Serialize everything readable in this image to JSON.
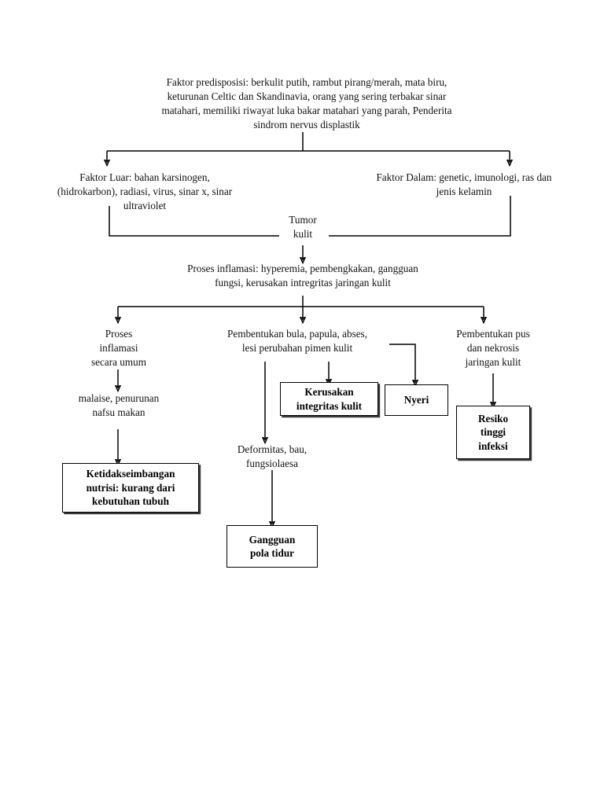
{
  "diagram": {
    "title": "Patofisiologi Tumor Kulit (Skin Tumor Pathway)",
    "background_color": "#ffffff",
    "line_color": "#000000",
    "text_color": "#000000",
    "nodes": {
      "predisposisi": "Faktor predisposisi: berkulit putih, rambut pirang/merah, mata biru,\nketurunan Celtic dan Skandinavia, orang yang sering terbakar sinar\nmatahari, memiliki riwayat luka bakar matahari yang parah, Penderita\nsindrom nervus displastik",
      "faktor_luar": "Faktor Luar: bahan karsinogen,\n(hidrokarbon), radiasi, virus, sinar x, sinar\nultraviolet",
      "faktor_dalam": "Faktor Dalam: genetic, imunologi, ras dan\njenis kelamin",
      "tumor_kulit": "Tumor\nkulit",
      "proses_inflamasi": "Proses inflamasi: hyperemia, pembengkakan, gangguan\nfungsi, kerusakan intregritas jaringan kulit",
      "proses_inflamasi_umum": "Proses\ninflamasi\nsecara umum",
      "malaise": "malaise, penurunan\nnafsu makan",
      "pembentukan_bula": "Pembentukan bula, papula, abses,\nlesi perubahan pimen kulit",
      "deformitas": "Deformitas, bau,\nfungsiolaesa",
      "pembentukan_pus": "Pembentukan pus\ndan nekrosis\njaringan kulit"
    },
    "outcome_boxes": {
      "ketidakseimbangan_nutrisi": "Ketidakseimbangan\nnutrisi: kurang dari\nkebutuhan tubuh",
      "kerusakan_integritas": "Kerusakan\nintegritas kulit",
      "nyeri": "Nyeri",
      "resiko_infeksi": "Resiko\ntinggi\ninfeksi",
      "gangguan_pola_tidur": "Gangguan\npola tidur"
    }
  }
}
